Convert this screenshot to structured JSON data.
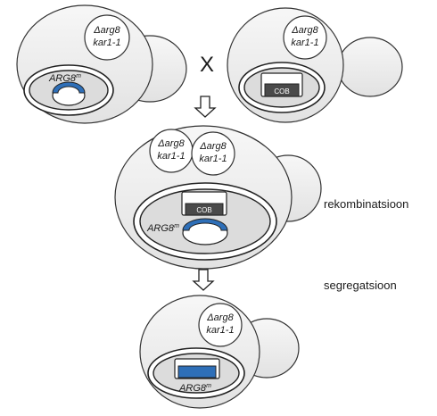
{
  "nuclear_genotype": {
    "line1": "Δarg8",
    "line2": "kar1-1"
  },
  "labels": {
    "cross": "X",
    "recombination": "rekombinatsioon",
    "segregation": "segregatsioon",
    "cob": "COB",
    "arg8_gene": "ARG8",
    "arg8_sup": "m"
  },
  "colors": {
    "cell_fill": "#ececec",
    "mito_fill": "#ffffff",
    "outline": "#333333",
    "arg8_blue": "#2e6fb8",
    "cob_dark": "#4a4a4a"
  }
}
